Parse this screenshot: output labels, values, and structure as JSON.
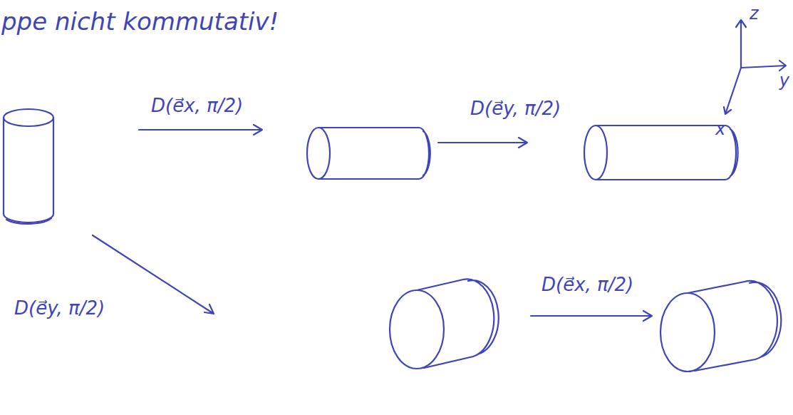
{
  "diagram": {
    "labels": [
      "ppe nicht kommutativ!",
      "z",
      "y",
      "x",
      "D(e⃗x, π/2)",
      "D(e⃗y, π/2)",
      "D(e⃗y, π/2)",
      "D(e⃗x, π/2)"
    ]
  }
}
